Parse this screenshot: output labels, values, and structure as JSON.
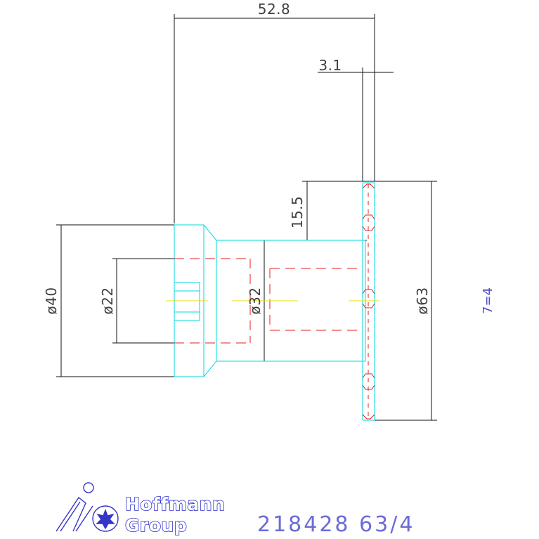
{
  "dimensions": {
    "overall_length": "52.8",
    "flange_thickness": "3.1",
    "offset": "15.5",
    "dia_40": "ø40",
    "dia_22": "ø22",
    "dia_32": "ø32",
    "dia_63": "ø63"
  },
  "notes": {
    "teeth_count": "7=4"
  },
  "title_block": {
    "brand_line1": "Hoffmann",
    "brand_line2": "Group",
    "part_number": "218428 63/4"
  },
  "colors": {
    "dimension_lines": "#111111",
    "outline": "#00d8e0",
    "hidden": "#e02020",
    "center": "#e8e000",
    "brand": "#3535c8"
  }
}
